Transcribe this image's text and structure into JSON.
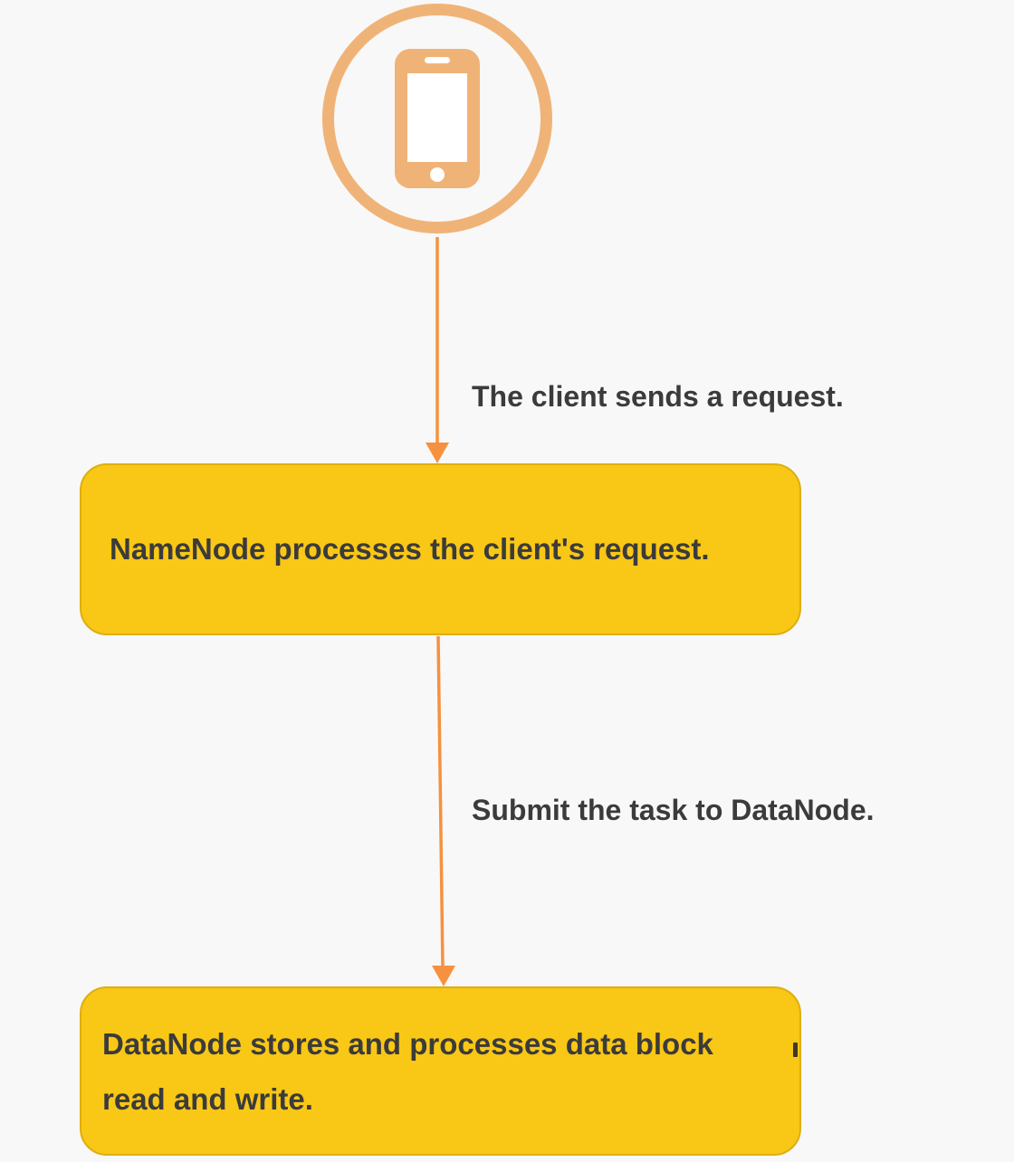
{
  "colors": {
    "background": "#f8f8f8",
    "ring_orange": "#f0b377",
    "arrow_orange": "#f6913f",
    "node_fill": "#f9c715",
    "node_border": "#dfae10",
    "text": "#3b3b3b"
  },
  "client": {
    "icon": "smartphone-icon"
  },
  "edges": [
    {
      "label": "The client sends a request."
    },
    {
      "label": "Submit the task to DataNode."
    }
  ],
  "nodes": [
    {
      "id": "namenode",
      "label": "NameNode processes the client's request."
    },
    {
      "id": "datanode",
      "label": "DataNode stores and processes data block\nread and write."
    }
  ]
}
